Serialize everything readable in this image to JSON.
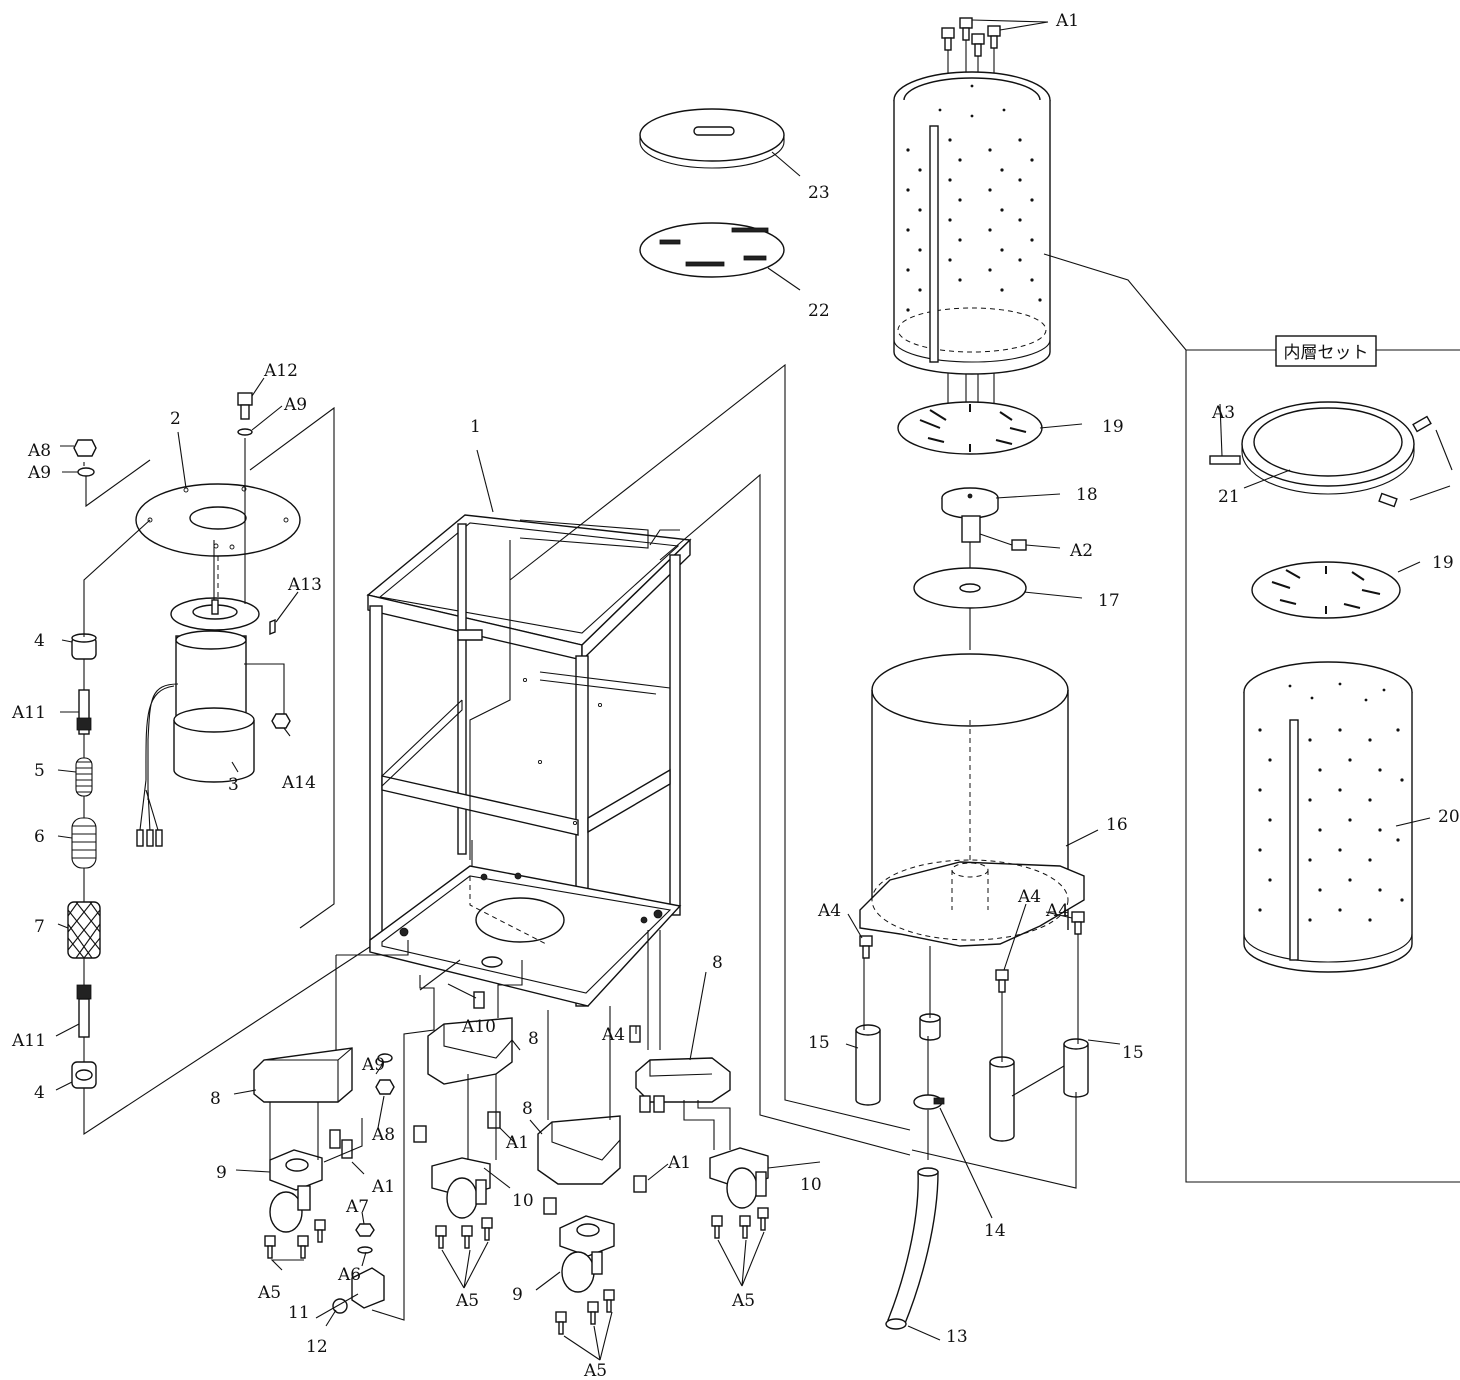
{
  "inner_set": {
    "title": "内層セット"
  },
  "labels": {
    "p1": "1",
    "p2": "2",
    "p3": "3",
    "p4a": "4",
    "p4b": "4",
    "p5": "5",
    "p6": "6",
    "p7": "7",
    "p8a": "8",
    "p8b": "8",
    "p8c": "8",
    "p8d": "8",
    "p9a": "9",
    "p9b": "9",
    "p10a": "10",
    "p10b": "10",
    "p11": "11",
    "p12": "12",
    "p13": "13",
    "p14": "14",
    "p15a": "15",
    "p15b": "15",
    "p16": "16",
    "p17": "17",
    "p18": "18",
    "p19a": "19",
    "p19b": "19",
    "p20": "20",
    "p21": "21",
    "p22": "22",
    "p23": "23",
    "a1_top": "A1",
    "a1_b1": "A1",
    "a1_b2": "A1",
    "a1_b3": "A1",
    "a2": "A2",
    "a3": "A3",
    "a4_r1": "A4",
    "a4_r2": "A4",
    "a4_r3": "A4",
    "a4_c": "A4",
    "a5_1": "A5",
    "a5_2": "A5",
    "a5_3": "A5",
    "a5_4": "A5",
    "a6": "A6",
    "a7": "A7",
    "a8_top": "A8",
    "a8_mid": "A8",
    "a9_top": "A9",
    "a9_left": "A9",
    "a9_mid": "A9",
    "a10": "A10",
    "a11_a": "A11",
    "a11_b": "A11",
    "a12": "A12",
    "a13": "A13",
    "a14": "A14"
  }
}
